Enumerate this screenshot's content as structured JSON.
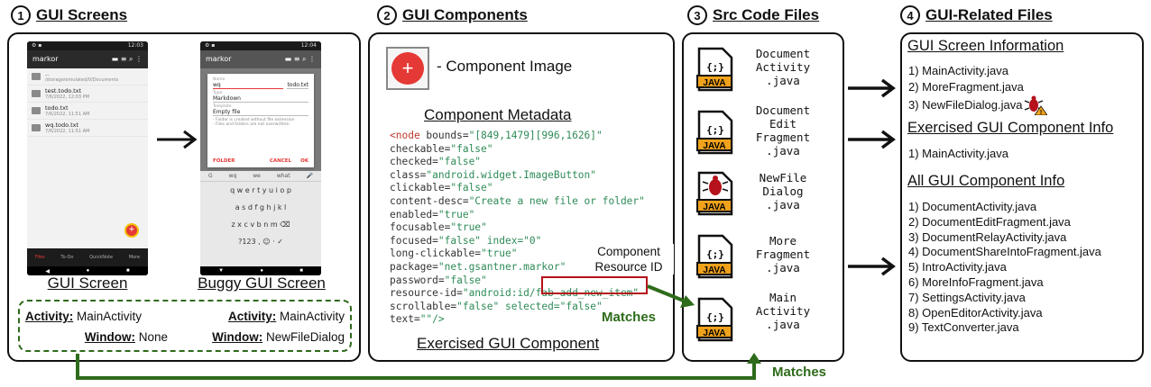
{
  "sections": [
    {
      "num": "1",
      "title": "GUI Screens"
    },
    {
      "num": "2",
      "title": "GUI Components"
    },
    {
      "num": "3",
      "title": "Src Code Files"
    },
    {
      "num": "4",
      "title": "GUI-Related Files"
    }
  ],
  "phone1": {
    "status_time": "12:03",
    "app_title": "markor",
    "files": [
      {
        "name": "..",
        "date": "/storage/emulated/0/Documents"
      },
      {
        "name": "test.todo.txt",
        "date": "7/6/2022, 12:03 PM"
      },
      {
        "name": "todo.txt",
        "date": "7/6/2022, 11:51 AM"
      },
      {
        "name": "wq.todo.txt",
        "date": "7/6/2022, 11:51 AM"
      }
    ],
    "nav": [
      "Files",
      "To-Do",
      "QuickNote",
      "More"
    ]
  },
  "phone2": {
    "status_time": "12:04",
    "app_title": "markor",
    "dialog": {
      "name_label": "Name",
      "name_value": "wq",
      "ext_value": "todo.txt",
      "type_label": "Type",
      "type_value": "Markdown",
      "template_label": "Template",
      "template_value": "Empty file",
      "note1": "- Folder is created without file extension",
      "note2": "- Files and folders are not overwritten",
      "btn_folder": "FOLDER",
      "btn_cancel": "CANCEL",
      "btn_ok": "OK"
    },
    "suggestions": [
      "wq",
      "we",
      "what"
    ],
    "kbd_rows": [
      "q w e r t y u i o p",
      "a s d f g h j k l",
      "z x c v b n m ⌫",
      "?123 , ☺ ·  ✓"
    ]
  },
  "gui_screen_caption": "GUI Screen",
  "buggy_screen_caption": "Buggy GUI Screen",
  "activity_label": "Activity:",
  "window_label": "Window:",
  "screen_left": {
    "activity": "MainActivity",
    "window": "None"
  },
  "screen_right": {
    "activity": "MainActivity",
    "window": "NewFileDialog"
  },
  "component_image_label": "- Component Image",
  "component_metadata_title": "Component Metadata",
  "code_lines": [
    [
      "<node ",
      "bounds=",
      "\"[849,1479][996,1626]\""
    ],
    [
      "checkable=",
      "\"false\""
    ],
    [
      "checked=",
      "\"false\""
    ],
    [
      "class=",
      "\"android.widget.ImageButton\""
    ],
    [
      "clickable=",
      "\"false\""
    ],
    [
      "content-desc=",
      "\"Create a new file or folder\""
    ],
    [
      "enabled=",
      "\"true\""
    ],
    [
      "focusable=",
      "\"true\""
    ],
    [
      "focused=",
      "\"false\" index=\"0\""
    ],
    [
      "long-clickable=",
      "\"true\""
    ],
    [
      "package=",
      "\"net.gsantner.markor\""
    ],
    [
      "password=",
      "\"false\""
    ],
    [
      "resource-id=",
      "\"android:id/fab_add_new_item\""
    ],
    [
      "scrollable=",
      "\"false\" selected=\"false\""
    ],
    [
      "text=",
      "\"\"/>"
    ]
  ],
  "component_resource_id_label": "Component Resource ID",
  "matches_label": "Matches",
  "exercised_component_caption": "Exercised GUI Component",
  "src_files": [
    "Document\nActivity\n.java",
    "Document\nEdit\nFragment\n.java",
    "NewFile\nDialog\n.java",
    "More\nFragment\n.java",
    "Main\nActivity\n.java"
  ],
  "java_label": "JAVA",
  "screen_info_title": "GUI Screen Information",
  "screen_info_items": [
    "1) MainActivity.java",
    "2) MoreFragment.java",
    "3) NewFileDialog.java"
  ],
  "exercised_info_title": "Exercised GUI Component Info",
  "exercised_info_items": [
    "1) MainActivity.java"
  ],
  "all_info_title": "All GUI Component Info",
  "all_info_items": [
    "1) DocumentActivity.java",
    "2) DocumentEditFragment.java",
    "3) DocumentRelayActivity.java",
    "4) DocumentShareIntoFragment.java",
    "5) IntroActivity.java",
    "6) MoreInfoFragment.java",
    "7) SettingsActivity.java",
    "8) OpenEditorActivity.java",
    "9) TextConverter.java"
  ],
  "colors": {
    "green": "#2e6b1a",
    "red": "#b5121b",
    "fab_red": "#e53935",
    "java_orange": "#f0a21b"
  }
}
